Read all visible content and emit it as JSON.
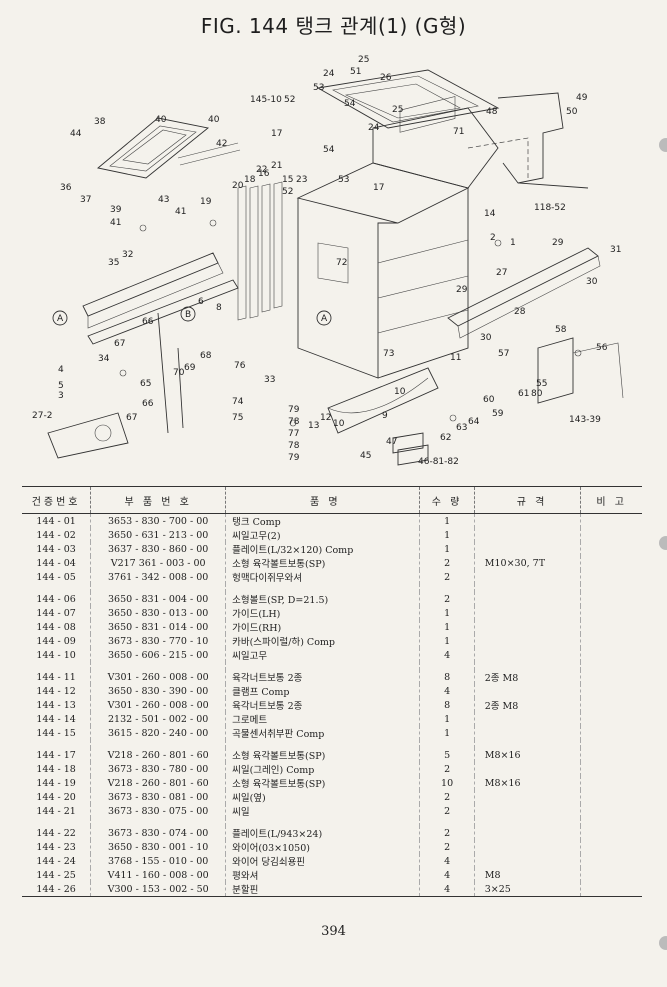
{
  "title": "FIG. 144 탱크 관계(1) (G형)",
  "diagram_labels": [
    "25",
    "51",
    "26",
    "24",
    "53",
    "54",
    "145-10",
    "52",
    "49",
    "48",
    "50",
    "38",
    "40",
    "40",
    "44",
    "25",
    "24",
    "71",
    "42",
    "17",
    "54",
    "36",
    "37",
    "43",
    "21",
    "22",
    "20",
    "18",
    "16",
    "15",
    "23",
    "53",
    "52",
    "17",
    "118-52",
    "39",
    "41",
    "41",
    "19",
    "14",
    "35",
    "32",
    "72",
    "2",
    "1",
    "29",
    "31",
    "30",
    "27",
    "28",
    "A",
    "6",
    "8",
    "B",
    "A",
    "66",
    "67",
    "34",
    "29",
    "30",
    "58",
    "56",
    "57",
    "5",
    "4",
    "3",
    "65",
    "70",
    "69",
    "68",
    "76",
    "33",
    "73",
    "11",
    "10",
    "61",
    "80",
    "55",
    "143-39",
    "27-2",
    "67",
    "66",
    "74",
    "79",
    "75",
    "78",
    "77",
    "78",
    "79",
    "13",
    "12",
    "10",
    "9",
    "60",
    "59",
    "64",
    "63",
    "62",
    "47",
    "45",
    "46-81-82"
  ],
  "table": {
    "headers": [
      "건증번호",
      "부 품 번 호",
      "품 명",
      "수 량",
      "규 격",
      "비 고"
    ],
    "groups": [
      [
        {
          "no": "144 - 01",
          "pn": "3653 - 830 - 700 - 00",
          "name": "탱크 Comp",
          "qty": "1",
          "spec": ""
        },
        {
          "no": "144 - 02",
          "pn": "3650 - 631 - 213 - 00",
          "name": "씨일고무(2)",
          "qty": "1",
          "spec": ""
        },
        {
          "no": "144 - 03",
          "pn": "3637 - 830 - 860 - 00",
          "name": "플레이트(L/32×120) Comp",
          "qty": "1",
          "spec": ""
        },
        {
          "no": "144 - 04",
          "pn": "V217  361 - 003 - 00",
          "name": "소형 육각볼트보통(SP)",
          "qty": "2",
          "spec": "M10×30, 7T"
        },
        {
          "no": "144 - 05",
          "pn": "3761 - 342 - 008 - 00",
          "name": "헝맥다이쥐무와셔",
          "qty": "2",
          "spec": ""
        }
      ],
      [
        {
          "no": "144 - 06",
          "pn": "3650 - 831 - 004 - 00",
          "name": "소형볼트(SP, D=21.5)",
          "qty": "2",
          "spec": ""
        },
        {
          "no": "144 - 07",
          "pn": "3650 - 830 - 013 - 00",
          "name": "가이드(LH)",
          "qty": "1",
          "spec": ""
        },
        {
          "no": "144 - 08",
          "pn": "3650 - 831 - 014 - 00",
          "name": "가이드(RH)",
          "qty": "1",
          "spec": ""
        },
        {
          "no": "144 - 09",
          "pn": "3673 - 830 - 770 - 10",
          "name": "카바(스파이럴/하) Comp",
          "qty": "1",
          "spec": ""
        },
        {
          "no": "144 - 10",
          "pn": "3650 - 606 - 215 - 00",
          "name": "씨일고무",
          "qty": "4",
          "spec": ""
        }
      ],
      [
        {
          "no": "144 - 11",
          "pn": "V301 - 260 - 008 - 00",
          "name": "육각너트보통 2종",
          "qty": "8",
          "spec": "2종 M8"
        },
        {
          "no": "144 - 12",
          "pn": "3650 - 830 - 390 - 00",
          "name": "클램프 Comp",
          "qty": "4",
          "spec": ""
        },
        {
          "no": "144 - 13",
          "pn": "V301 - 260 - 008 - 00",
          "name": "육각너트보통 2종",
          "qty": "8",
          "spec": "2종 M8"
        },
        {
          "no": "144 - 14",
          "pn": "2132 - 501 - 002 - 00",
          "name": "그로메트",
          "qty": "1",
          "spec": ""
        },
        {
          "no": "144 - 15",
          "pn": "3615 - 820 - 240 - 00",
          "name": "곡물센서취부판 Comp",
          "qty": "1",
          "spec": ""
        }
      ],
      [
        {
          "no": "144 - 17",
          "pn": "V218 - 260 - 801 - 60",
          "name": "소형 육각볼트보통(SP)",
          "qty": "5",
          "spec": "M8×16"
        },
        {
          "no": "144 - 18",
          "pn": "3673 - 830 - 780 - 00",
          "name": "씨일(그레인) Comp",
          "qty": "2",
          "spec": ""
        },
        {
          "no": "144 - 19",
          "pn": "V218 - 260 - 801 - 60",
          "name": "소형 육각볼트보통(SP)",
          "qty": "10",
          "spec": "M8×16"
        },
        {
          "no": "144 - 20",
          "pn": "3673 - 830 - 081 - 00",
          "name": "씨일(옆)",
          "qty": "2",
          "spec": ""
        },
        {
          "no": "144 - 21",
          "pn": "3673 - 830 - 075 - 00",
          "name": "씨일",
          "qty": "2",
          "spec": ""
        }
      ],
      [
        {
          "no": "144 - 22",
          "pn": "3673 - 830 - 074 - 00",
          "name": "플레이트(L/943×24)",
          "qty": "2",
          "spec": ""
        },
        {
          "no": "144 - 23",
          "pn": "3650 - 830 - 001 - 10",
          "name": "와이어(03×1050)",
          "qty": "2",
          "spec": ""
        },
        {
          "no": "144 - 24",
          "pn": "3768 - 155 - 010 - 00",
          "name": "와이어 당김쇠용핀",
          "qty": "4",
          "spec": ""
        },
        {
          "no": "144 - 25",
          "pn": "V411 - 160 - 008 - 00",
          "name": "평와셔",
          "qty": "4",
          "spec": "M8"
        },
        {
          "no": "144 - 26",
          "pn": "V300 - 153 - 002 - 50",
          "name": "분할핀",
          "qty": "4",
          "spec": "3×25"
        }
      ]
    ]
  },
  "page_number": "394"
}
